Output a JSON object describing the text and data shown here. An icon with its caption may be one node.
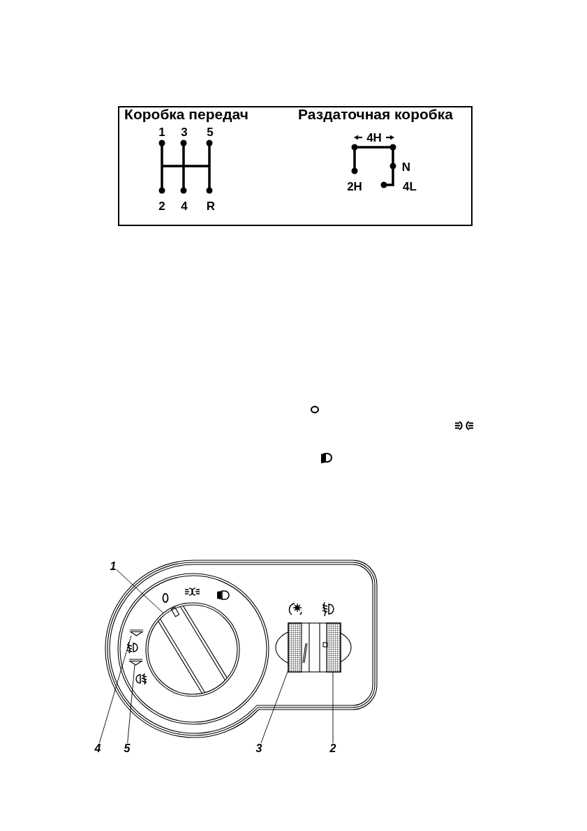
{
  "diagram": {
    "nodes": [
      {
        "text": [
          "1"
        ]
      },
      {
        "text": [
          "4"
        ]
      },
      {
        "text": [
          "5"
        ]
      },
      {
        "text": [
          "3"
        ]
      },
      {
        "text": [
          "2"
        ]
      },
      {
        "text": [],
        "shape": "circle"
      },
      {
        "text": [],
        "shape": "triangle"
      },
      {
        "text": [],
        "shape": "triangle"
      },
      {
        "text": [],
        "shape": "wheel"
      },
      {
        "text": [],
        "shape": "wheel"
      }
    ],
    "edges": [
      {
        "from": 0,
        "to": 5,
        "arrow": "none"
      },
      {
        "from": 1,
        "to": 6,
        "arrow": "none"
      },
      {
        "from": 2,
        "to": 7,
        "arrow": "none"
      },
      {
        "from": 3,
        "to": 8,
        "arrow": "none"
      },
      {
        "from": 4,
        "to": 9,
        "arrow": "none"
      }
    ],
    "labels": [
      "Коробка передач",
      "Раздаточная коробка",
      "1",
      "3",
      "5",
      "4H",
      "N",
      "2H",
      "4L",
      "2",
      "4",
      "R"
    ]
  }
}
